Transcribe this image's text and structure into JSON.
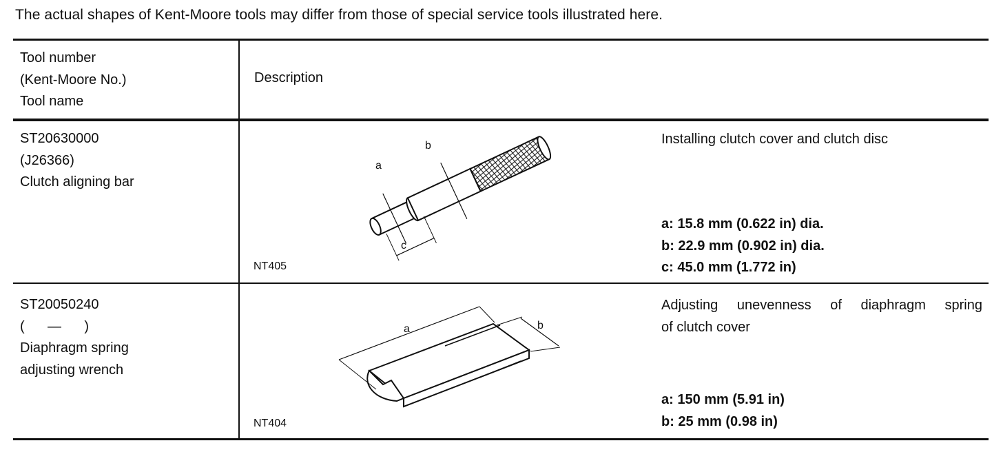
{
  "note": "The actual shapes of Kent-Moore tools may differ from those of special service tools illustrated here.",
  "header": {
    "col1": [
      "Tool number",
      "(Kent-Moore No.)",
      "Tool name"
    ],
    "col2": "Description"
  },
  "rows": [
    {
      "tool_number": "ST20630000",
      "kent_moore": "(J26366)",
      "tool_name": [
        "Clutch aligning bar"
      ],
      "description": [
        "Installing clutch cover and clutch disc"
      ],
      "specs": [
        "a: 15.8 mm (0.622 in) dia.",
        "b: 22.9 mm (0.902 in) dia.",
        "c: 45.0 mm (1.772 in)"
      ],
      "code": "NT405",
      "labels": {
        "a": "a",
        "b": "b",
        "c": "c"
      }
    },
    {
      "tool_number": "ST20050240",
      "kent_moore": "(      —      )",
      "tool_name": [
        "Diaphragm spring",
        "adjusting wrench"
      ],
      "description": [
        "Adjusting unevenness of diaphragm spring",
        "of clutch cover"
      ],
      "specs": [
        "a: 150 mm (5.91 in)",
        "b: 25 mm (0.98 in)"
      ],
      "code": "NT404",
      "labels": {
        "a": "a",
        "b": "b"
      }
    }
  ]
}
